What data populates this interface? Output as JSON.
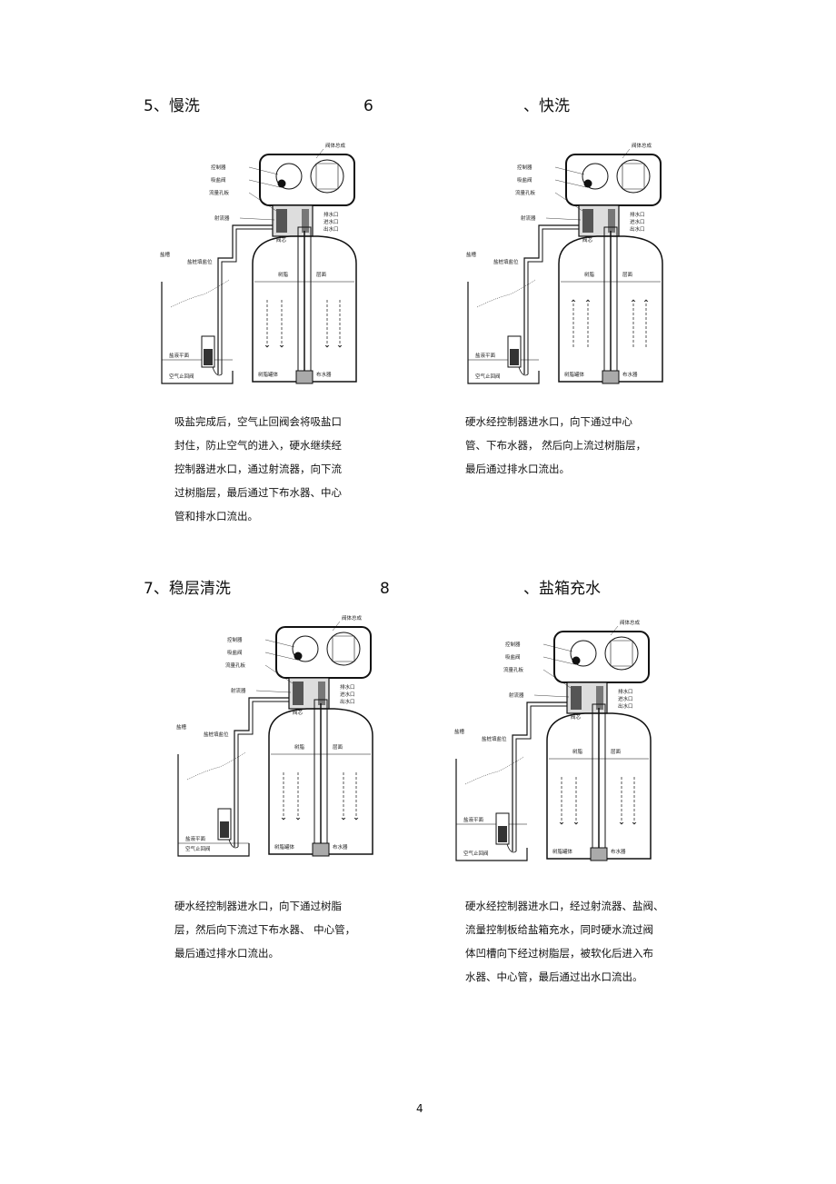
{
  "sections": [
    {
      "num": "5",
      "title": "、慢洗",
      "description": "吸盐完成后，空气止回阀会将吸盐口\n封住，防止空气的进入，硬水继续经\n控制器进水口，通过射流器，向下流\n过树脂层，最后通过下布水器、中心\n管和排水口流出。"
    },
    {
      "num": "6",
      "title": "、快洗",
      "description": "硬水经控制器进水口，向下通过中心\n管、下布水器， 然后向上流过树脂层，\n最后通过排水口流出。"
    },
    {
      "num": "7",
      "title": "、稳层清洗",
      "description": "硬水经控制器进水口，向下通过树脂\n层，然后向下流过下布水器、  中心管，\n最后通过排水口流出。"
    },
    {
      "num": "8",
      "title": "、盐箱充水",
      "description": "硬水经控制器进水口，经过射流器、盐阀、\n流量控制板给盐箱充水，同时硬水流过阀\n体凹槽向下经过树脂层，被软化后进入布\n水器、中心管，最后通过出水口流出。"
    }
  ],
  "diagram_labels": {
    "valve_body": "阀体总成",
    "controller": "控制器",
    "brine_valve": "吸盐阀",
    "flow_plate": "流量孔板",
    "injector": "射流器",
    "drain": "排水口",
    "inlet": "进水口",
    "outlet": "出水口",
    "flange": "阀芯",
    "brine_tank": "盐槽",
    "float_pos": "盐桩填盐位",
    "resin": "树脂",
    "freeboard": "层面",
    "brine_level": "盐液平面",
    "air_check": "空气止回阀",
    "tank": "树脂罐体",
    "distributor": "布水器"
  },
  "page_number": "4"
}
